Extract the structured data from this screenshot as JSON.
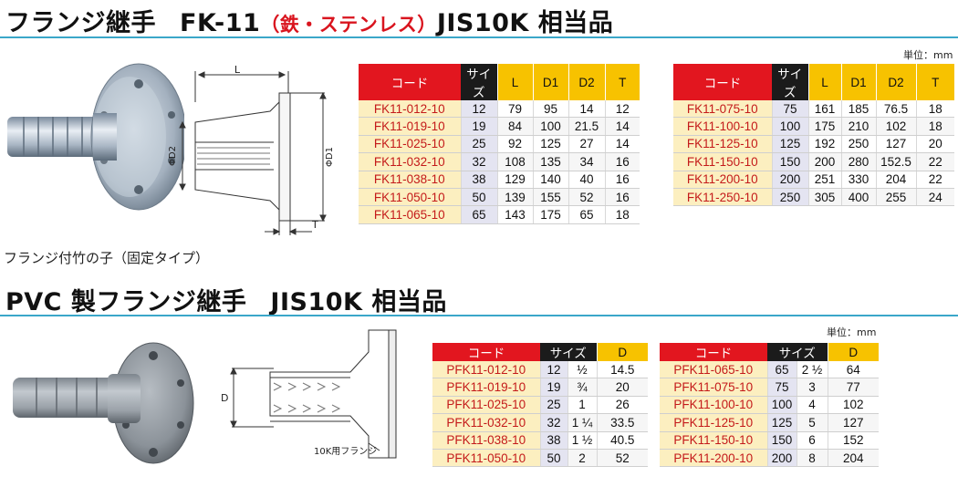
{
  "section1": {
    "title_main": "フランジ継手",
    "title_model": "FK-11",
    "title_material": "（鉄・ステンレス）",
    "title_suffix": "JIS10K 相当品",
    "unit": "単位：mm",
    "caption": "フランジ付竹の子（固定タイプ）",
    "diagram_labels": {
      "l": "L",
      "d2": "ΦD2",
      "d1": "ΦD1",
      "t": "T"
    },
    "headers": [
      "コード",
      "サイズ",
      "L",
      "D1",
      "D2",
      "T"
    ],
    "table_left": [
      [
        "FK11-012-10",
        "12",
        "79",
        "95",
        "14",
        "12"
      ],
      [
        "FK11-019-10",
        "19",
        "84",
        "100",
        "21.5",
        "14"
      ],
      [
        "FK11-025-10",
        "25",
        "92",
        "125",
        "27",
        "14"
      ],
      [
        "FK11-032-10",
        "32",
        "108",
        "135",
        "34",
        "16"
      ],
      [
        "FK11-038-10",
        "38",
        "129",
        "140",
        "40",
        "16"
      ],
      [
        "FK11-050-10",
        "50",
        "139",
        "155",
        "52",
        "16"
      ],
      [
        "FK11-065-10",
        "65",
        "143",
        "175",
        "65",
        "18"
      ]
    ],
    "table_right": [
      [
        "FK11-075-10",
        "75",
        "161",
        "185",
        "76.5",
        "18"
      ],
      [
        "FK11-100-10",
        "100",
        "175",
        "210",
        "102",
        "18"
      ],
      [
        "FK11-125-10",
        "125",
        "192",
        "250",
        "127",
        "20"
      ],
      [
        "FK11-150-10",
        "150",
        "200",
        "280",
        "152.5",
        "22"
      ],
      [
        "FK11-200-10",
        "200",
        "251",
        "330",
        "204",
        "22"
      ],
      [
        "FK11-250-10",
        "250",
        "305",
        "400",
        "255",
        "24"
      ]
    ]
  },
  "section2": {
    "title_main": "PVC 製フランジ継手",
    "title_suffix": "JIS10K 相当品",
    "unit": "単位：mm",
    "diagram_labels": {
      "d": "D",
      "flange": "10K用フランジ"
    },
    "headers": [
      "コード",
      "サイズ",
      "D"
    ],
    "table_left": [
      [
        "PFK11-012-10",
        "12",
        "½",
        "14.5"
      ],
      [
        "PFK11-019-10",
        "19",
        "¾",
        "20"
      ],
      [
        "PFK11-025-10",
        "25",
        "1",
        "26"
      ],
      [
        "PFK11-032-10",
        "32",
        "1 ¼",
        "33.5"
      ],
      [
        "PFK11-038-10",
        "38",
        "1 ½",
        "40.5"
      ],
      [
        "PFK11-050-10",
        "50",
        "2",
        "52"
      ]
    ],
    "table_right": [
      [
        "PFK11-065-10",
        "65",
        "2 ½",
        "64"
      ],
      [
        "PFK11-075-10",
        "75",
        "3",
        "77"
      ],
      [
        "PFK11-100-10",
        "100",
        "4",
        "102"
      ],
      [
        "PFK11-125-10",
        "125",
        "5",
        "127"
      ],
      [
        "PFK11-150-10",
        "150",
        "6",
        "152"
      ],
      [
        "PFK11-200-10",
        "200",
        "8",
        "204"
      ]
    ]
  },
  "colors": {
    "header_code": "#e2161f",
    "header_size": "#1b1b1b",
    "header_dim": "#f7c200",
    "code_cell": "#fcefc0",
    "size_cell": "#e4e4f1",
    "accent_line": "#3aa7c9",
    "title_red": "#d9141e"
  }
}
